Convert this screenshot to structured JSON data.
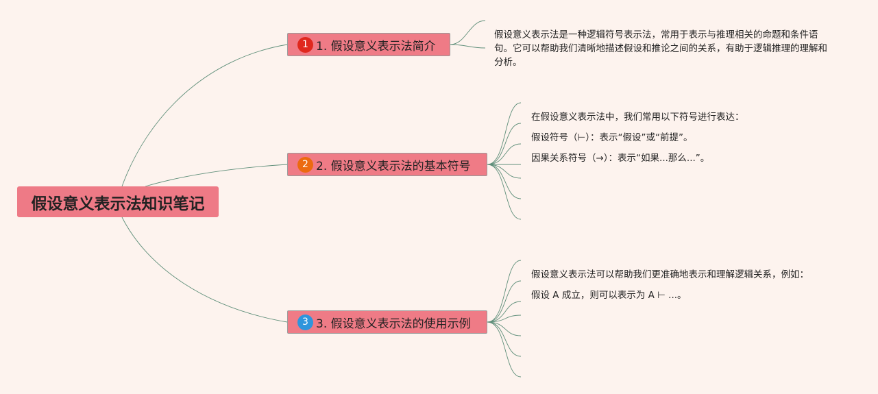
{
  "root": {
    "title": "假设意义表示法知识笔记"
  },
  "colors": {
    "background": "#fdf3ee",
    "node_fill": "#ee7a86",
    "connector": "#5f8f7a",
    "badge1": "#e0281e",
    "badge2": "#ec6a10",
    "badge3": "#2f95dc"
  },
  "topics": [
    {
      "badge": "1",
      "label": "1. 假设意义表示法简介",
      "notes": [
        "假设意义表示法是一种逻辑符号表示法，常用于表示与推理相关的命题和条件语句。它可以帮助我们清晰地描述假设和推论之间的关系，有助于逻辑推理的理解和分析。"
      ]
    },
    {
      "badge": "2",
      "label": "2. 假设意义表示法的基本符号",
      "notes": [
        "在假设意义表示法中，我们常用以下符号进行表达：",
        "假设符号（⊢）：表示“假设”或“前提”。",
        "因果关系符号（→）：表示“如果...那么...”。"
      ]
    },
    {
      "badge": "3",
      "label": "3. 假设意义表示法的使用示例",
      "notes": [
        "假设意义表示法可以帮助我们更准确地表示和理解逻辑关系，例如：",
        "假设 A 成立，则可以表示为 A ⊢ ...。"
      ]
    }
  ]
}
